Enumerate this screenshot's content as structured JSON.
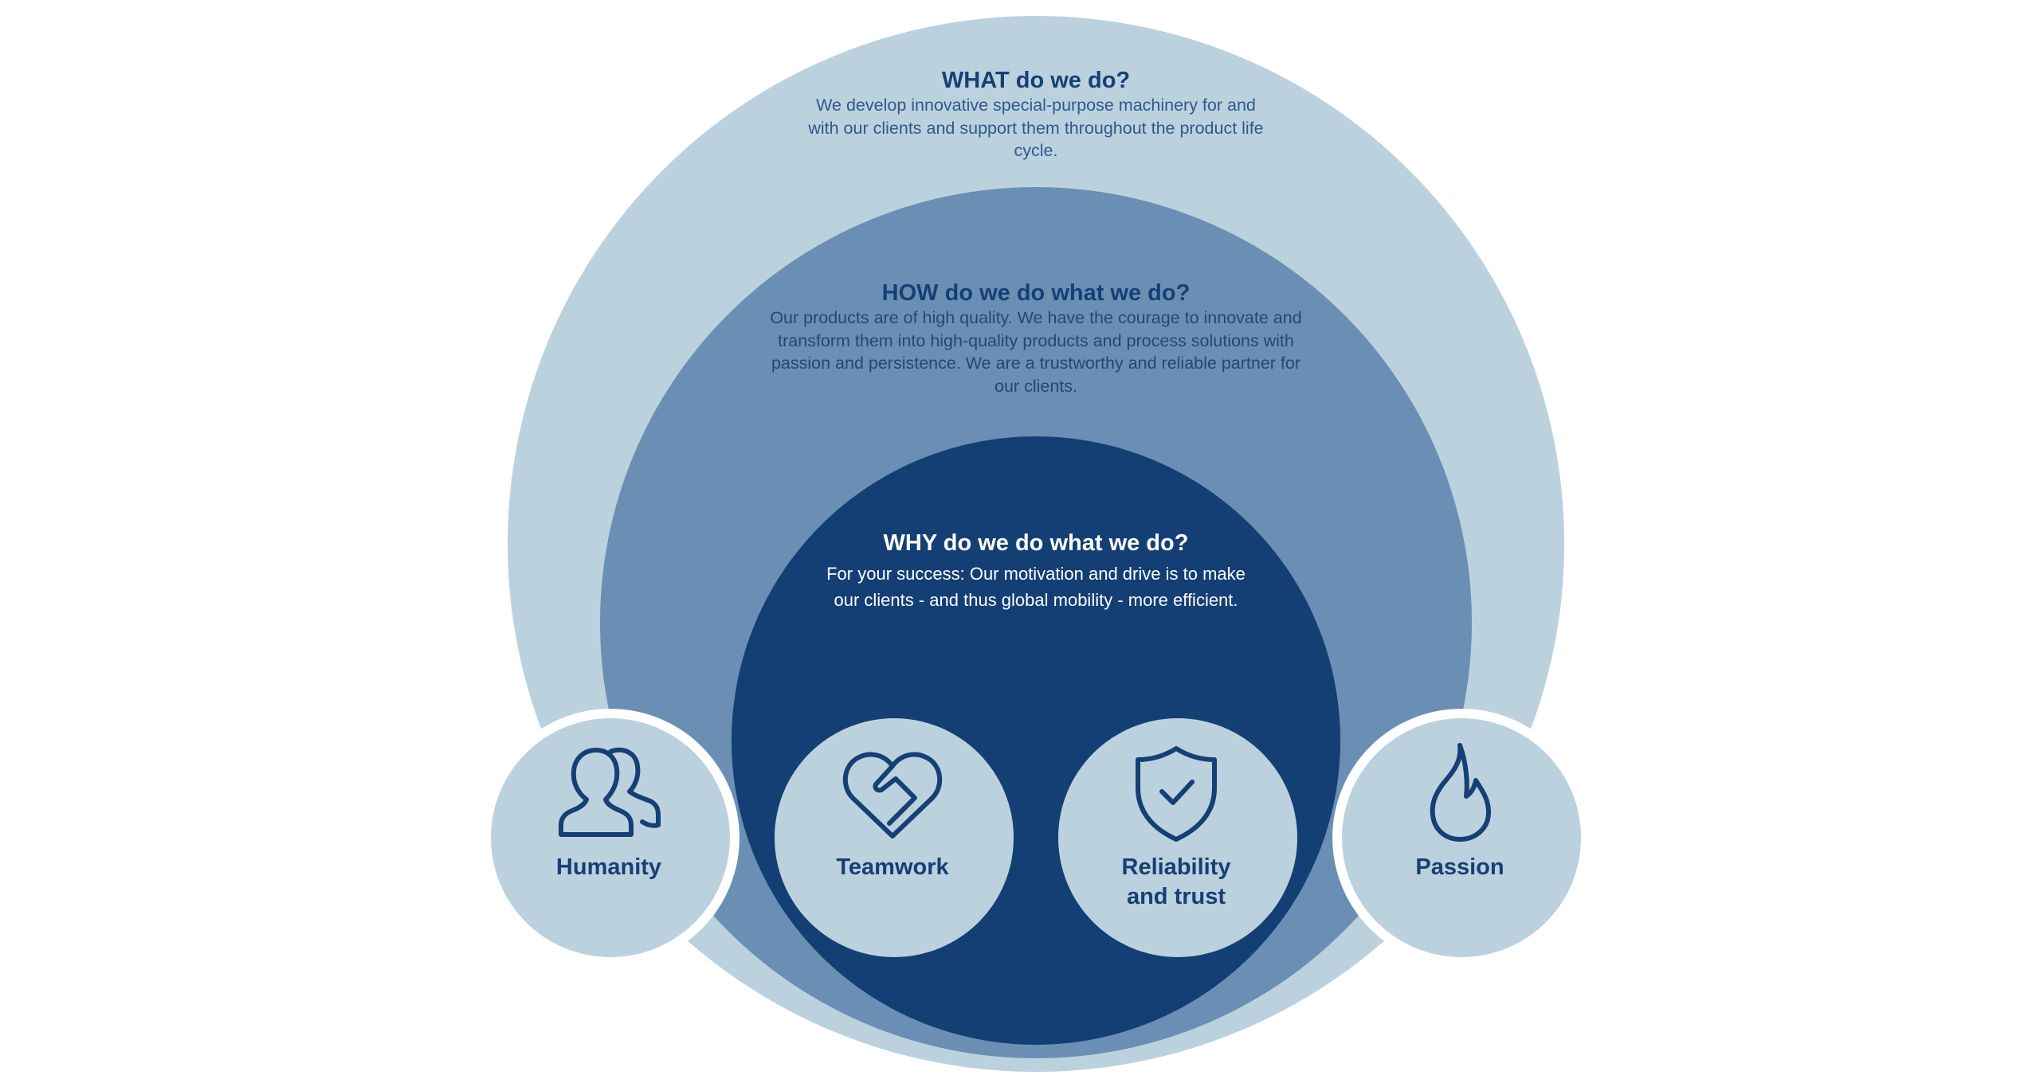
{
  "colors": {
    "outer_ring": "#bcd1de",
    "middle_ring": "#6b8fb4",
    "inner_ring": "#133f74",
    "text_dark": "#163f75",
    "text_light": "#ffffff",
    "value_circle": "#bcd1de"
  },
  "what": {
    "title": "WHAT do we do?",
    "body": "We develop innovative special-purpose machinery for and with our clients and support them throughout the product life cycle."
  },
  "how": {
    "title": "HOW do we do what we do?",
    "body": "Our products are of high quality. We have the courage to innovate and transform them into high-quality products and process solutions with passion and persistence. We are a trustworthy and reliable partner for our clients."
  },
  "why": {
    "title": "WHY do we do what we do?",
    "body": "For your success: Our motivation and drive is to make our clients - and thus global mobility - more efficient."
  },
  "values": [
    {
      "label": "Humanity",
      "icon": "people-icon"
    },
    {
      "label": "Teamwork",
      "icon": "heart-handshake-icon"
    },
    {
      "label": "Reliability\nand trust",
      "icon": "shield-check-icon"
    },
    {
      "label": "Passion",
      "icon": "flame-icon"
    }
  ]
}
